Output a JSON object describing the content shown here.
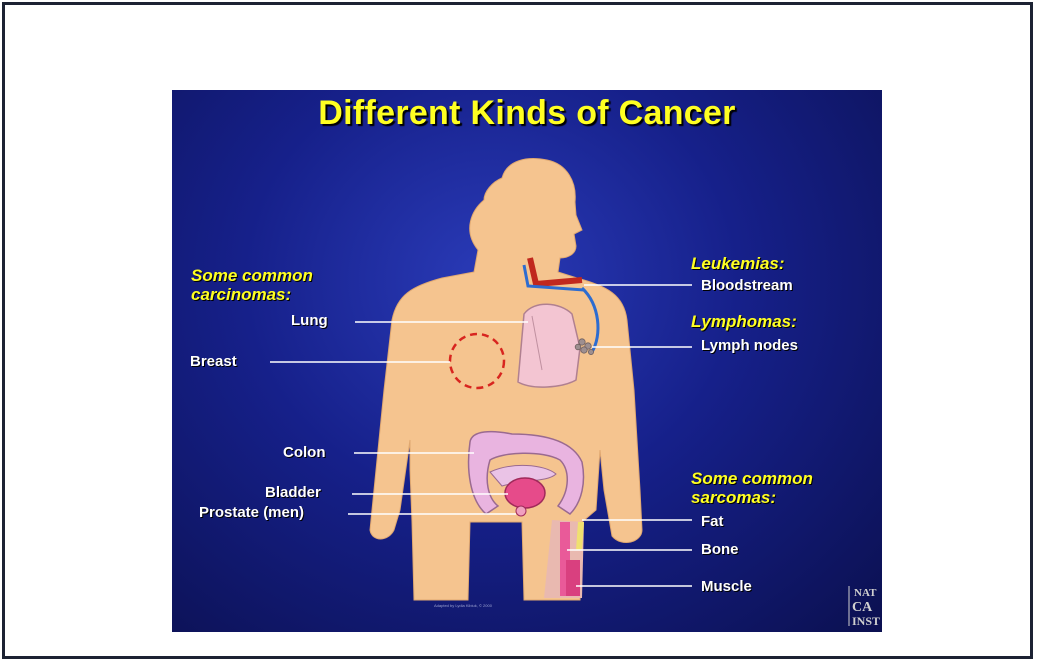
{
  "title": "Different Kinds of Cancer",
  "categories": {
    "carcinomas": "Some common\ncarcinomas:",
    "leukemias": "Leukemias:",
    "lymphomas": "Lymphomas:",
    "sarcomas": "Some common\nsarcomas:"
  },
  "labels": {
    "lung": "Lung",
    "breast": "Breast",
    "colon": "Colon",
    "bladder": "Bladder",
    "prostate": "Prostate (men)",
    "bloodstream": "Bloodstream",
    "lymph_nodes": "Lymph nodes",
    "fat": "Fat",
    "bone": "Bone",
    "muscle": "Muscle"
  },
  "credit": "Adapted by Lydia Kibiuk, © 2000",
  "logo_text": "NAT CA INST",
  "colors": {
    "title": "#ffff22",
    "category": "#ffff22",
    "label": "#ffffff",
    "body_skin": "#f5c48f",
    "background": "#16208a"
  }
}
